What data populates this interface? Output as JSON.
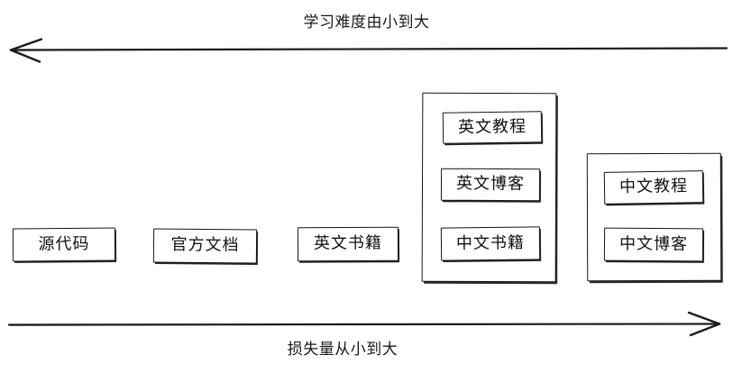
{
  "diagram": {
    "top_axis": {
      "label": "学习难度由小到大",
      "direction": "left",
      "icon": "left-arrow-icon"
    },
    "bottom_axis": {
      "label": "损失量从小到大",
      "direction": "right",
      "icon": "right-arrow-icon"
    },
    "items": [
      {
        "id": "source-code",
        "label": "源代码"
      },
      {
        "id": "official-docs",
        "label": "官方文档"
      },
      {
        "id": "english-books",
        "label": "英文书籍"
      }
    ],
    "groups": [
      {
        "id": "english-group",
        "items": [
          {
            "id": "english-tutorial",
            "label": "英文教程"
          },
          {
            "id": "english-blog",
            "label": "英文博客"
          },
          {
            "id": "chinese-books",
            "label": "中文书籍"
          }
        ]
      },
      {
        "id": "chinese-group",
        "items": [
          {
            "id": "chinese-tutorial",
            "label": "中文教程"
          },
          {
            "id": "chinese-blog",
            "label": "中文博客"
          }
        ]
      }
    ],
    "colors": {
      "stroke": "#151515",
      "background": "#ffffff",
      "text": "#111111"
    }
  }
}
